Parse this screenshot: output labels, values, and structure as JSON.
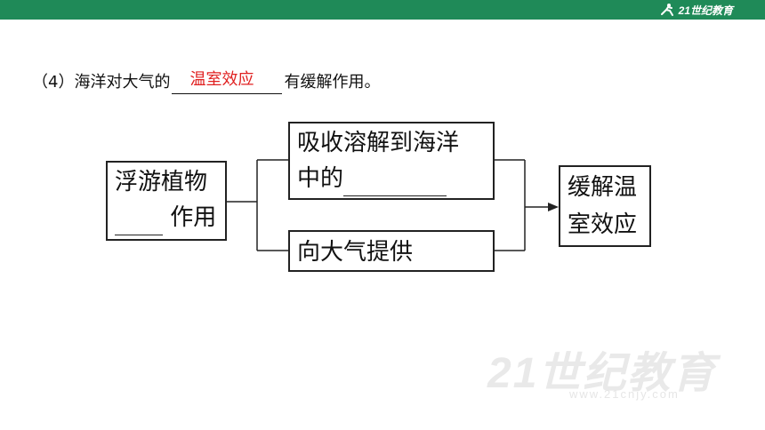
{
  "brand": {
    "name": "21世纪教育",
    "mark_icon": "runner-logo-icon"
  },
  "question": {
    "number": "（4）",
    "text_before": "海洋对大气的",
    "answer": "温室效应",
    "text_after": "有缓解作用。"
  },
  "diagram": {
    "phyto_line1": "浮游植物",
    "phyto_line2": "作用",
    "absorb_line1": "吸收溶解到海洋",
    "absorb_line2": "中的",
    "supply_text": "向大气提供",
    "relieve_line1": "缓解温",
    "relieve_line2": "室效应"
  },
  "watermark": {
    "text": "21世纪教育",
    "url": "www.21cnjy.com"
  },
  "colors": {
    "topbar": "#1f8a58",
    "answer": "#e02020"
  }
}
